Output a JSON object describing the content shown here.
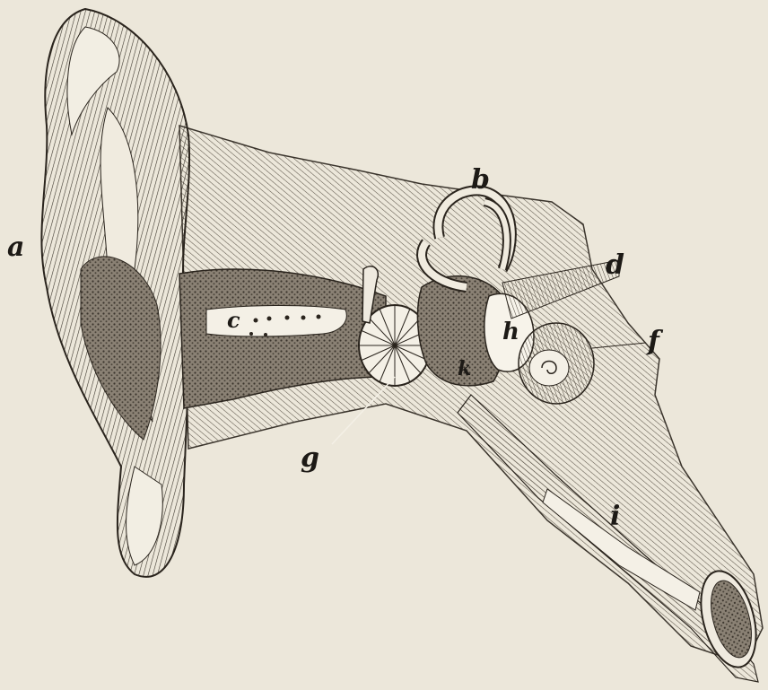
{
  "figure": {
    "labels": {
      "a": "a",
      "b": "b",
      "c": "c",
      "d": "d",
      "f": "f",
      "g": "g",
      "h": "h",
      "k": "k",
      "i": "i"
    },
    "colors": {
      "paper": "#ece7da",
      "ink": "#2a241d",
      "hatch": "#6b6357",
      "dark_tissue": "#7a7166",
      "light_cavity": "#f4f0e6"
    }
  }
}
